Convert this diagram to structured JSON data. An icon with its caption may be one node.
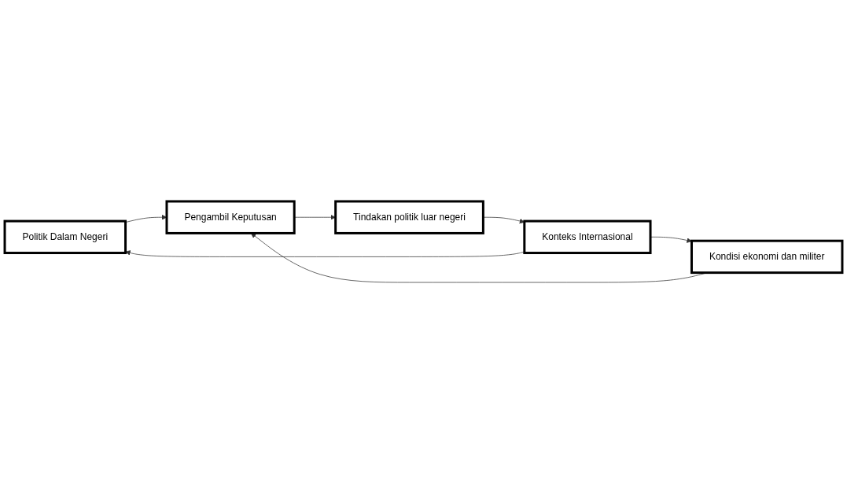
{
  "diagram": {
    "nodes": [
      {
        "text": [
          "Politik Dalam Negeri"
        ]
      },
      {
        "text": [
          "Pengambil Keputusan"
        ]
      },
      {
        "text": [
          "Tindakan politik luar negeri"
        ]
      },
      {
        "text": [
          "Konteks Internasional"
        ]
      },
      {
        "text": [
          "Kondisi ekonomi dan militer"
        ]
      }
    ],
    "edges": [
      {
        "from": 0,
        "to": 1,
        "arrow": "to"
      },
      {
        "from": 1,
        "to": 2,
        "arrow": "to"
      },
      {
        "from": 2,
        "to": 3,
        "arrow": "to"
      },
      {
        "from": 3,
        "to": 0,
        "arrow": "to"
      },
      {
        "from": 3,
        "to": 4,
        "arrow": "to"
      },
      {
        "from": 4,
        "to": 1,
        "arrow": "to"
      }
    ]
  }
}
